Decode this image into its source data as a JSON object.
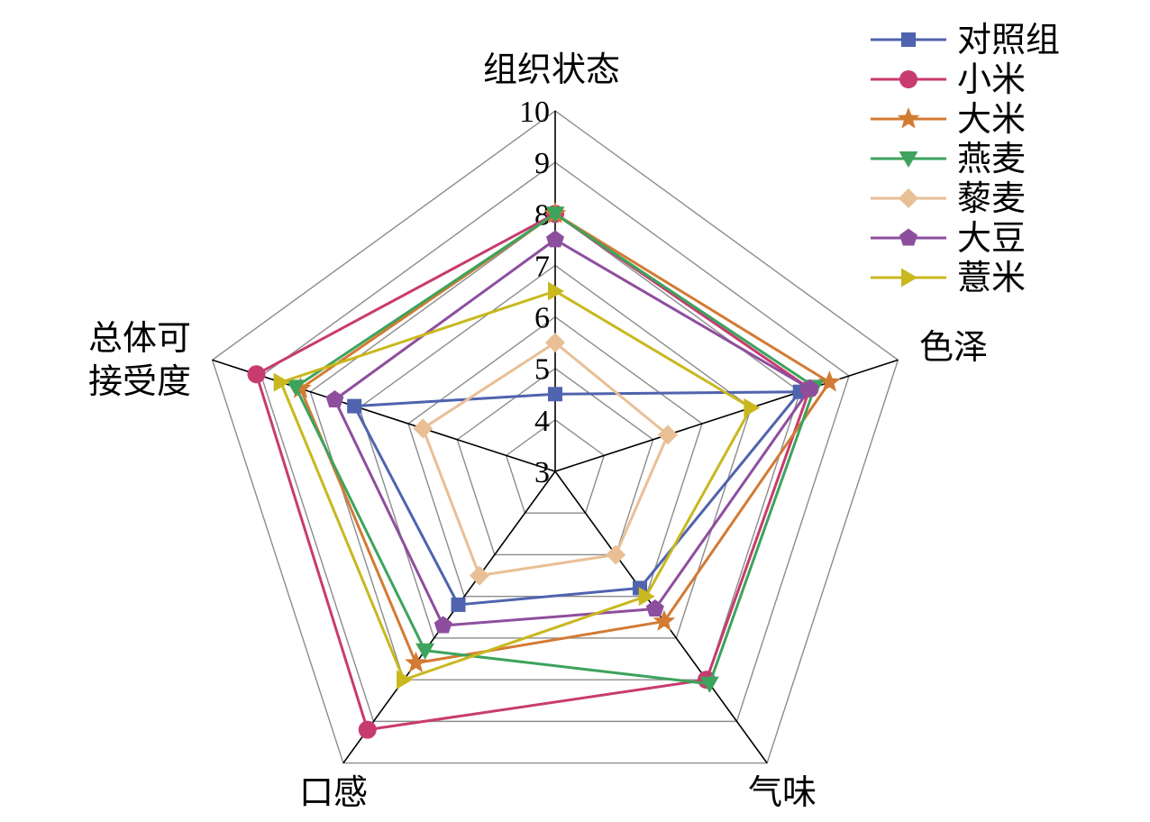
{
  "chart_data": {
    "type": "radar",
    "axes": [
      "组织状态",
      "色泽",
      "气味",
      "口感",
      "总体可接受度"
    ],
    "axis_label_lines": [
      [
        "组织状态"
      ],
      [
        "色泽"
      ],
      [
        "气味"
      ],
      [
        "口感"
      ],
      [
        "总体可",
        "接受度"
      ]
    ],
    "rlim": [
      3,
      10
    ],
    "ticks": [
      "3",
      "4",
      "5",
      "6",
      "7",
      "8",
      "9",
      "10"
    ],
    "grid": true,
    "legend_position": "top-right",
    "series": [
      {
        "name": "对照组",
        "marker": "square",
        "color": "#4F63AE",
        "values": [
          4.5,
          8.0,
          5.8,
          6.2,
          7.1
        ]
      },
      {
        "name": "小米",
        "marker": "circle",
        "color": "#C83B6F",
        "values": [
          8.0,
          8.2,
          8.0,
          9.2,
          9.1
        ]
      },
      {
        "name": "大米",
        "marker": "star",
        "color": "#D37A33",
        "values": [
          8.0,
          8.6,
          6.6,
          7.6,
          8.2
        ]
      },
      {
        "name": "燕麦",
        "marker": "triangle-down",
        "color": "#3DA35D",
        "values": [
          8.0,
          8.3,
          8.1,
          7.3,
          8.3
        ]
      },
      {
        "name": "藜麦",
        "marker": "diamond",
        "color": "#E9BF96",
        "values": [
          5.5,
          5.3,
          5.0,
          5.5,
          5.7
        ]
      },
      {
        "name": "大豆",
        "marker": "pentagon",
        "color": "#8E4E9E",
        "values": [
          7.5,
          8.2,
          6.3,
          6.7,
          7.5
        ]
      },
      {
        "name": "薏米",
        "marker": "triangle-right",
        "color": "#C9B81E",
        "values": [
          6.5,
          7.0,
          6.0,
          8.0,
          8.6
        ]
      }
    ]
  }
}
